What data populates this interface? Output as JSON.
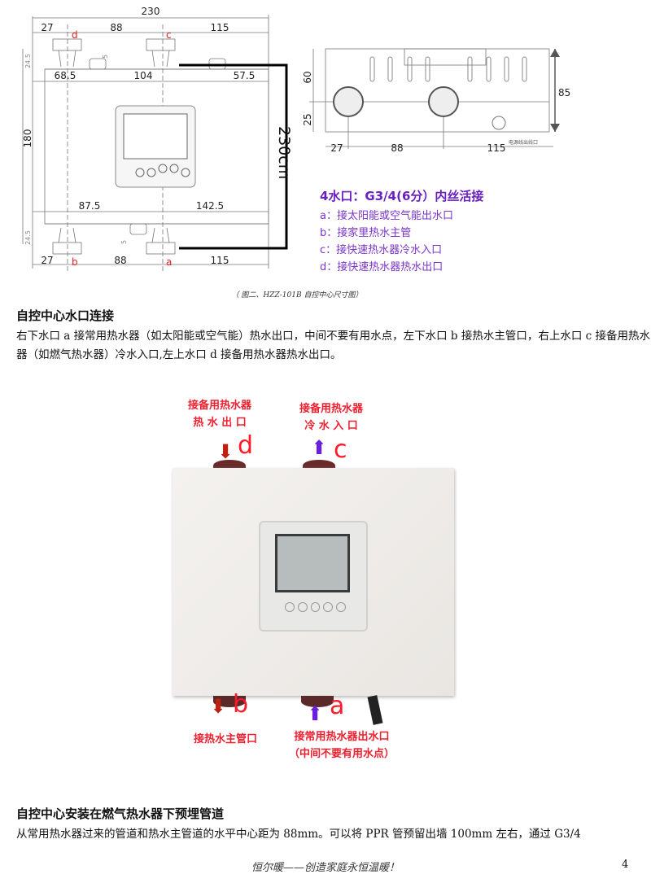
{
  "drawing_front": {
    "dims_top": {
      "total": "230",
      "left": "27",
      "mid": "88",
      "right": "115"
    },
    "dims_top_lower": {
      "left": "68.5",
      "mid": "104",
      "right": "57.5"
    },
    "dims_bottom_upper": {
      "left": "87.5",
      "right": "142.5"
    },
    "dims_bottom": {
      "left": "27",
      "mid": "88",
      "right": "115"
    },
    "height": "180",
    "fitting_height": "24.5",
    "bracket": "5",
    "ports": {
      "a": "a",
      "b": "b",
      "c": "c",
      "d": "d"
    },
    "spacing_label": "230cm"
  },
  "drawing_side": {
    "upper": "60",
    "lower": "25",
    "total": "85",
    "bottom": {
      "left": "27",
      "mid": "88",
      "right": "115"
    },
    "cable_label": "电源线出线口"
  },
  "spec": {
    "title": "4水口：G3/4(6分）内丝活接",
    "items": [
      "a：接太阳能或空气能出水口",
      "b：接家里热水主管",
      "c：接快速热水器冷水入口",
      "d：接快速热水器热水出口"
    ]
  },
  "caption": "（ 图二、HZZ-101B 自控中心尺寸图）",
  "section1": {
    "heading": "自控中心水口连接",
    "lines": [
      "右下水口 a 接常用热水器（如太阳能或空气能）热水出口，中间不要有用水点，左下水口 b 接热水主管口，右上水口 c 接备用热水",
      "器（如燃气热水器）冷水入口,左上水口 d 接备用热水器热水出口。"
    ]
  },
  "photo": {
    "d": {
      "line1": "接备用热水器",
      "line2": "热 水 出 口",
      "letter": "d"
    },
    "c": {
      "line1": "接备用热水器",
      "line2": "冷 水 入 口",
      "letter": "c"
    },
    "b": {
      "line1": "接热水主管口",
      "letter": "b"
    },
    "a": {
      "line1": "接常用热水器出水口",
      "line2": "（中间不要有用水点）",
      "letter": "a"
    },
    "colors": {
      "label": "#ee2030",
      "down_arrow": "#c0200f",
      "up_arrow": "#6a1fe0"
    }
  },
  "section2": {
    "heading": "自控中心安装在燃气热水器下预埋管道",
    "line": "从常用热水器过来的管道和热水主管道的水平中心距为 88mm。可以将 PPR 管预留出墙 100mm 左右，通过 G3/4"
  },
  "footer": {
    "slogan": "恒尔暖——创造家庭永恒温暖！",
    "page": "4"
  }
}
